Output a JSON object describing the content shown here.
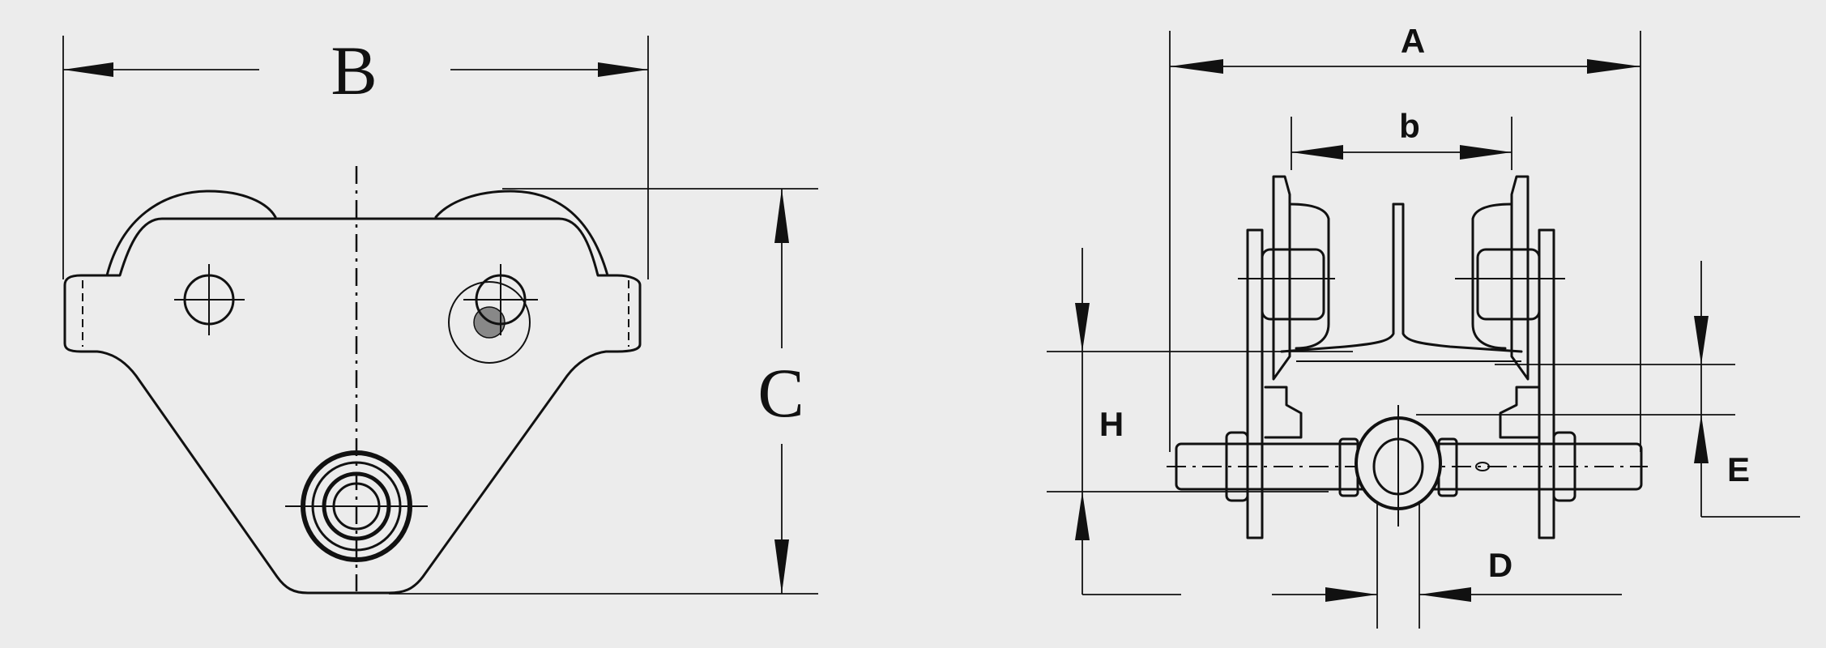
{
  "diagram": {
    "side_view": {
      "labels": {
        "width": "B",
        "height": "C"
      }
    },
    "front_view": {
      "labels": {
        "overall_width": "A",
        "beam_flange": "b",
        "height": "H",
        "offset": "E",
        "pin_diameter": "D"
      }
    }
  }
}
